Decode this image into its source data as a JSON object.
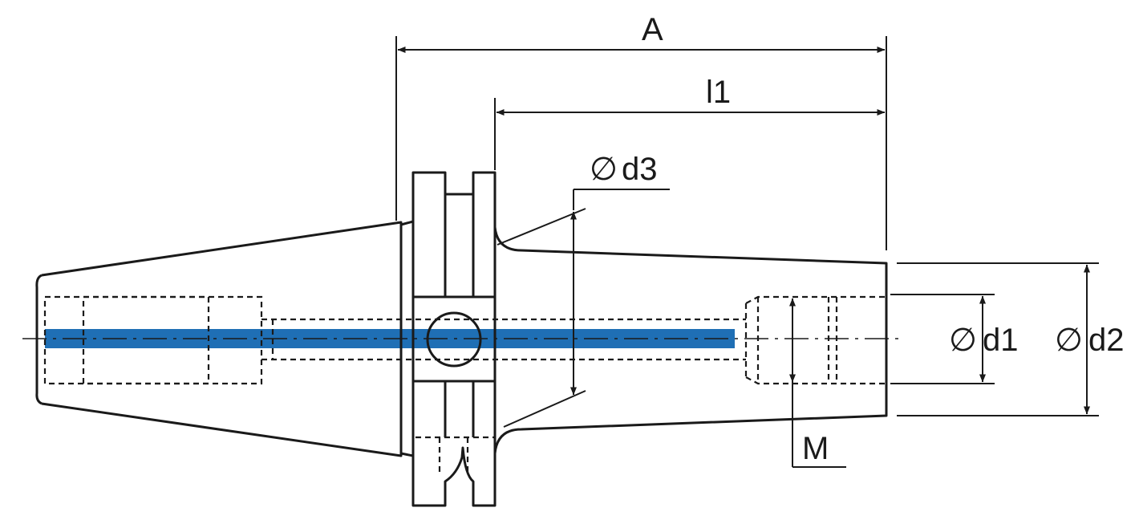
{
  "diagram": {
    "labels": {
      "A": "A",
      "l1": "l1",
      "d3": "d3",
      "d1": "d1",
      "d2": "d2",
      "M": "M"
    },
    "diameter_symbol": "∅",
    "colors": {
      "coolant_channel": "#1f6fb5",
      "line": "#1a1a1a",
      "background": "#ffffff"
    }
  }
}
